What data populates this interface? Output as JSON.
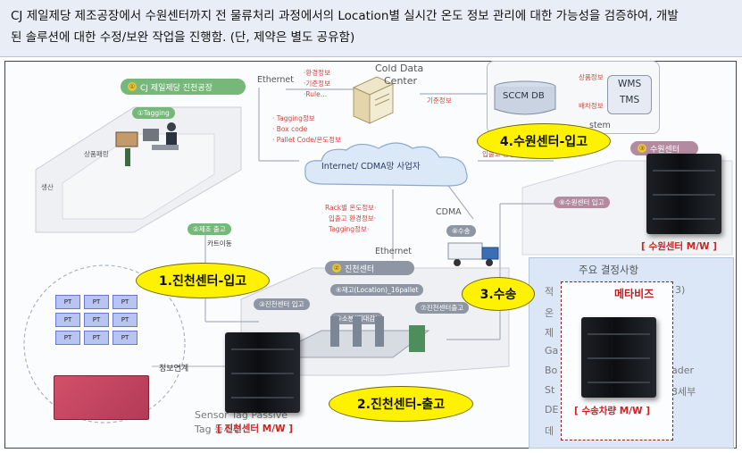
{
  "header": {
    "line1": "CJ 제일제당 제조공장에서 수원센터까지 전 물류처리 과정에서의 Location별 실시간 온도 정보 관리에 대한 가능성을 검증하여, 개발",
    "line2": "된 솔루션에 대한 수정/보완 작업을 진행함. (단, 제약은 별도 공유함)"
  },
  "diagram": {
    "factory_title": "CJ 제일제당 진천공장",
    "factory_num": "①",
    "tagging": "①Tagging",
    "product_move": "상품패링",
    "production": "생산",
    "ethernet_top": "Ethernet",
    "ethernet_mid": "Ethernet",
    "cold_center_line1": "Cold Data",
    "cold_center_line2": "Center",
    "cold_notes": [
      "·환경정보",
      "·기준정보",
      "·Rule…"
    ],
    "base_info": "기준정보",
    "sccm_db": "SCCM DB",
    "wms": "WMS",
    "tms": "TMS",
    "product_info": "상품정보",
    "shipping_info": "배차정보",
    "system_partial": "stem",
    "factory_send_notes": [
      "· Tagging정보",
      "· Box code",
      "· Pallet Code/온도정보"
    ],
    "cloud_label": "Internet/ CDMA망 사업자",
    "cdma": "CDMA",
    "rack_notes": [
      "Rack별 온도정보·",
      "입출고 환경정보·",
      "Tagging정보·"
    ],
    "factory_out": "②제조 출고",
    "cart_move": "카트이동",
    "jincheon_center": "진천센터",
    "jincheon_num": "②",
    "jincheon_in": "③진천센터 입고",
    "storage": "④재고(Location)_16pallet",
    "picking": "⑤소분(재대감)",
    "jincheon_out": "⑦진천센터출고",
    "transport_tag": "⑧수송",
    "suwon_in": "⑨수원센터 입고",
    "suwon_center": "수원센터",
    "suwon_num": "③",
    "suwon_partial_note": "입출고 환경정보",
    "info_link": "정보연계",
    "sensor_text_line1": "Sensor Tag Passive",
    "sensor_text_line2": "Tag 등세부",
    "pt_label": "PT",
    "decisions_title": "주요 결정사항",
    "decision_items": [
      "적",
      "온",
      "제",
      "Ga",
      "Bo",
      "St",
      "DE",
      "데"
    ],
    "decision_right_bits": [
      "3)",
      "ader",
      "3세부"
    ],
    "metavis": "메타비즈"
  },
  "callouts": {
    "jincheon_in": "1.진천센터-입고",
    "jincheon_out": "2.진천센터-출고",
    "transport": "3.수송",
    "suwon_in": "4.수원센터-입고"
  },
  "mw_labels": {
    "suwon": "[ 수원센터 M/W ]",
    "jincheon": "[ 진천센터 M/W ]",
    "vehicle": "[ 수송차량 M/W ]"
  },
  "colors": {
    "pill_green": "#76b77a",
    "pill_gray": "#8f96a3",
    "pill_mauve": "#b48aa0",
    "callout_yellow": "#fff200",
    "mw_red": "#d21f1f"
  }
}
